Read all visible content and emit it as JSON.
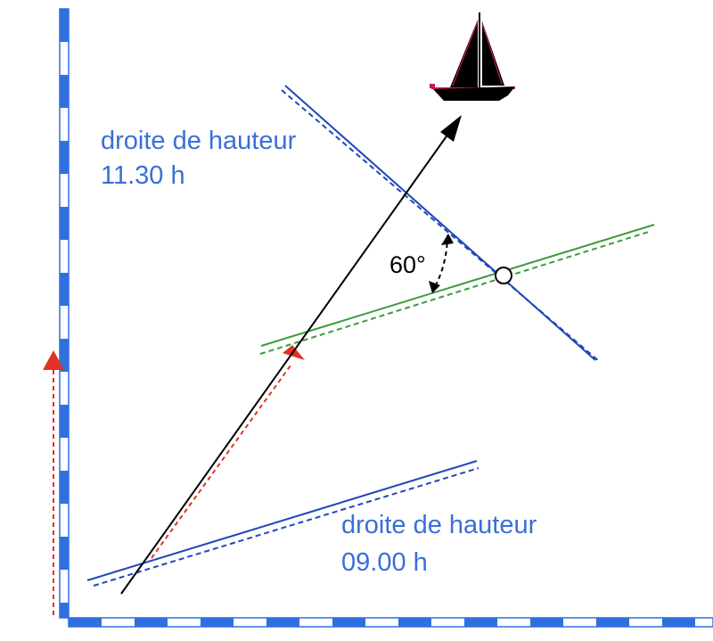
{
  "labels": {
    "lop_late_line1": "droite de hauteur",
    "lop_late_line2": "11.30 h",
    "lop_early_line1": "droite de hauteur",
    "lop_early_line2": "09.00 h",
    "angle": "60°"
  },
  "colors": {
    "axis_blue": "#2f6fe0",
    "lop_blue": "#1f47b8",
    "lop_green": "#3c9a3c",
    "arrow_red": "#e03325",
    "course_black": "#000000",
    "label_blue": "#3a6fd8"
  },
  "icons": {
    "boat": "sailboat-icon",
    "fix": "fix-point-circle"
  }
}
